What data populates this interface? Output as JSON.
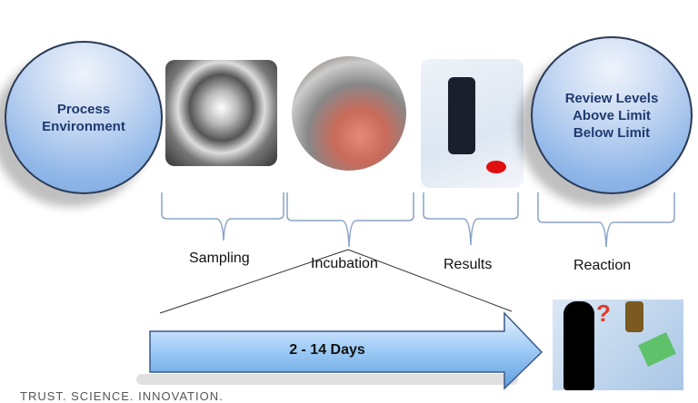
{
  "circles": {
    "process": "Process\nEnvironment",
    "review": [
      "Review Levels",
      "Above Limit",
      "Below Limit"
    ]
  },
  "steps": [
    "Sampling",
    "Incubation",
    "Results",
    "Reaction"
  ],
  "arrow": {
    "label": "2 - 14 Days"
  },
  "footer": "TRUST. SCIENCE. INNOVATION.",
  "colors": {
    "circle": "#8fb6e8",
    "text": "#1f3a6e",
    "arrow": "#8ec0f0"
  }
}
